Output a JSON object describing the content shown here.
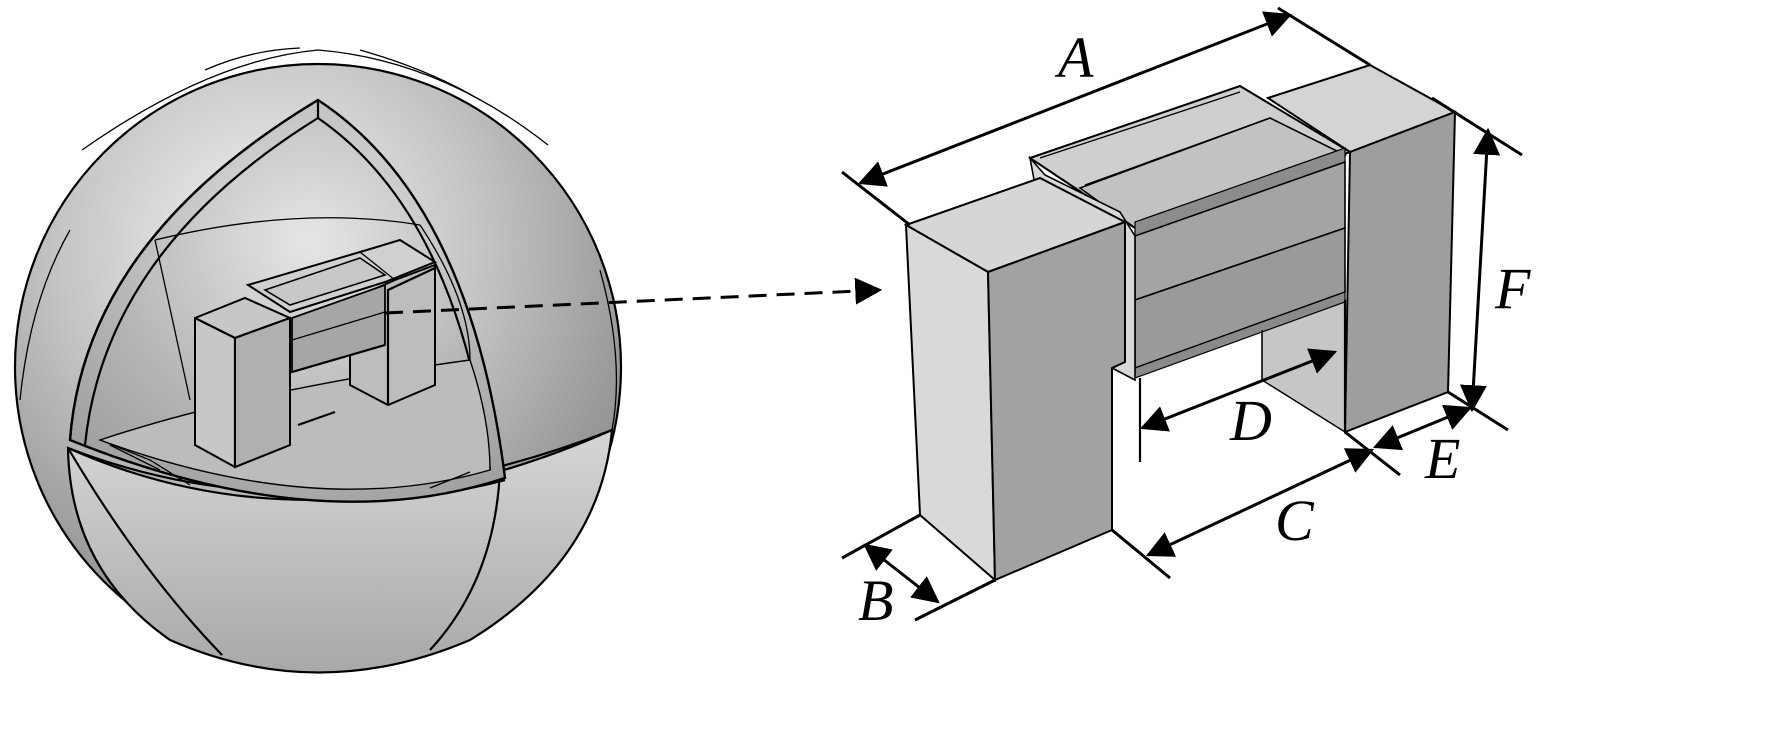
{
  "diagram": {
    "dimension_labels": {
      "a": "A",
      "b": "B",
      "c": "C",
      "d": "D",
      "e": "E",
      "f": "F"
    },
    "colors": {
      "face_light": "#d2d2d2",
      "face_mid": "#bdbdbd",
      "face_dark": "#9c9c9c",
      "line": "#000000"
    }
  }
}
